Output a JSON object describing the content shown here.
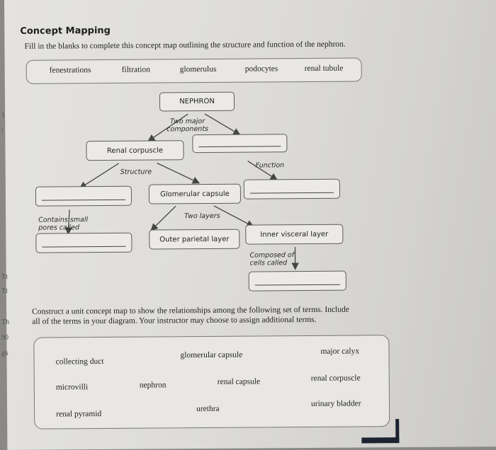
{
  "header": {
    "title": "Concept Mapping",
    "instruction": "Fill in the blanks to complete this concept map outlining the structure and function of the nephron."
  },
  "word_bank": [
    "fenestrations",
    "filtration",
    "glomerulus",
    "podocytes",
    "renal tubule"
  ],
  "concept_map": {
    "nephron": "NEPHRON",
    "two_major_line1": "Two major",
    "two_major_line2": "components",
    "renal_corpuscle": "Renal corpuscle",
    "structure": "Structure",
    "function": "Function",
    "glomerular_capsule": "Glomerular capsule",
    "contains_line1": "Contains small",
    "contains_line2": "pores called",
    "two_layers": "Two layers",
    "outer_parietal": "Outer parietal layer",
    "inner_visceral": "Inner visceral layer",
    "composed_line1": "Composed of",
    "composed_line2": "cells called"
  },
  "construct": {
    "line1": "Construct a unit concept map to show the relationships among the following set of terms. Include",
    "line2": "all of the terms in your diagram. Your instructor may choose to assign additional terms."
  },
  "terms": {
    "collecting_duct": "collecting duct",
    "glomerular_capsule": "glomerular capsule",
    "major_calyx": "major calyx",
    "microvilli": "microvilli",
    "nephron": "nephron",
    "renal_capsule": "renal capsule",
    "renal_corpuscle": "renal corpuscle",
    "renal_pyramid": "renal pyramid",
    "urethra": "urethra",
    "urinary_bladder": "urinary bladder"
  },
  "margin_marks": [
    "1",
    "‹",
    "Tt",
    "Tt",
    "Th",
    "90",
    "gk"
  ],
  "colors": {
    "paper": "#e4e3df",
    "ink": "#222222",
    "background": "#8a8985"
  }
}
